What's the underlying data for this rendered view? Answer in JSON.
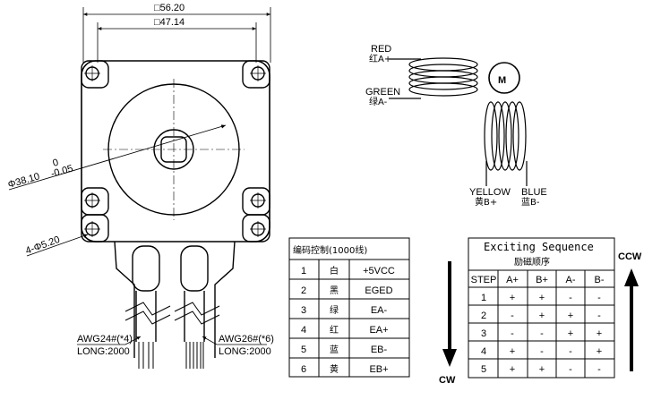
{
  "dimensions": {
    "outer_square": "□56.20",
    "inner_square": "□47.14",
    "diameter_line1": "0",
    "diameter_main": "Φ38.10",
    "diameter_tol": "-0.05",
    "holes": "4-Φ5.20"
  },
  "cables": {
    "left_label": "AWG24#(*4)",
    "left_length": "LONG:2000",
    "right_label": "AWG26#(*6)",
    "right_length": "LONG:2000"
  },
  "wiring": {
    "red_en": "RED",
    "red_cn": "红A+",
    "green_en": "GREEN",
    "green_cn": "绿A-",
    "motor_symbol": "M",
    "yellow_en": "YELLOW",
    "yellow_cn": "黄B+",
    "blue_en": "BLUE",
    "blue_cn": "蓝B-"
  },
  "encoder_table": {
    "title": "编码控制(1000线)",
    "rows": [
      [
        "1",
        "白",
        "+5VCC"
      ],
      [
        "2",
        "黑",
        "EGED"
      ],
      [
        "3",
        "绿",
        "EA-"
      ],
      [
        "4",
        "红",
        "EA+"
      ],
      [
        "5",
        "蓝",
        "EB-"
      ],
      [
        "6",
        "黄",
        "EB+"
      ]
    ]
  },
  "sequence_table": {
    "title_en": "Exciting Sequence",
    "title_cn": "励磁顺序",
    "headers": [
      "STEP",
      "A+",
      "B+",
      "A-",
      "B-"
    ],
    "rows": [
      [
        "1",
        "+",
        "+",
        "-",
        "-"
      ],
      [
        "2",
        "-",
        "+",
        "+",
        "-"
      ],
      [
        "3",
        "-",
        "-",
        "+",
        "+"
      ],
      [
        "4",
        "+",
        "-",
        "-",
        "+"
      ],
      [
        "5",
        "+",
        "+",
        "-",
        "-"
      ]
    ],
    "cw_label": "CW",
    "ccw_label": "CCW"
  }
}
